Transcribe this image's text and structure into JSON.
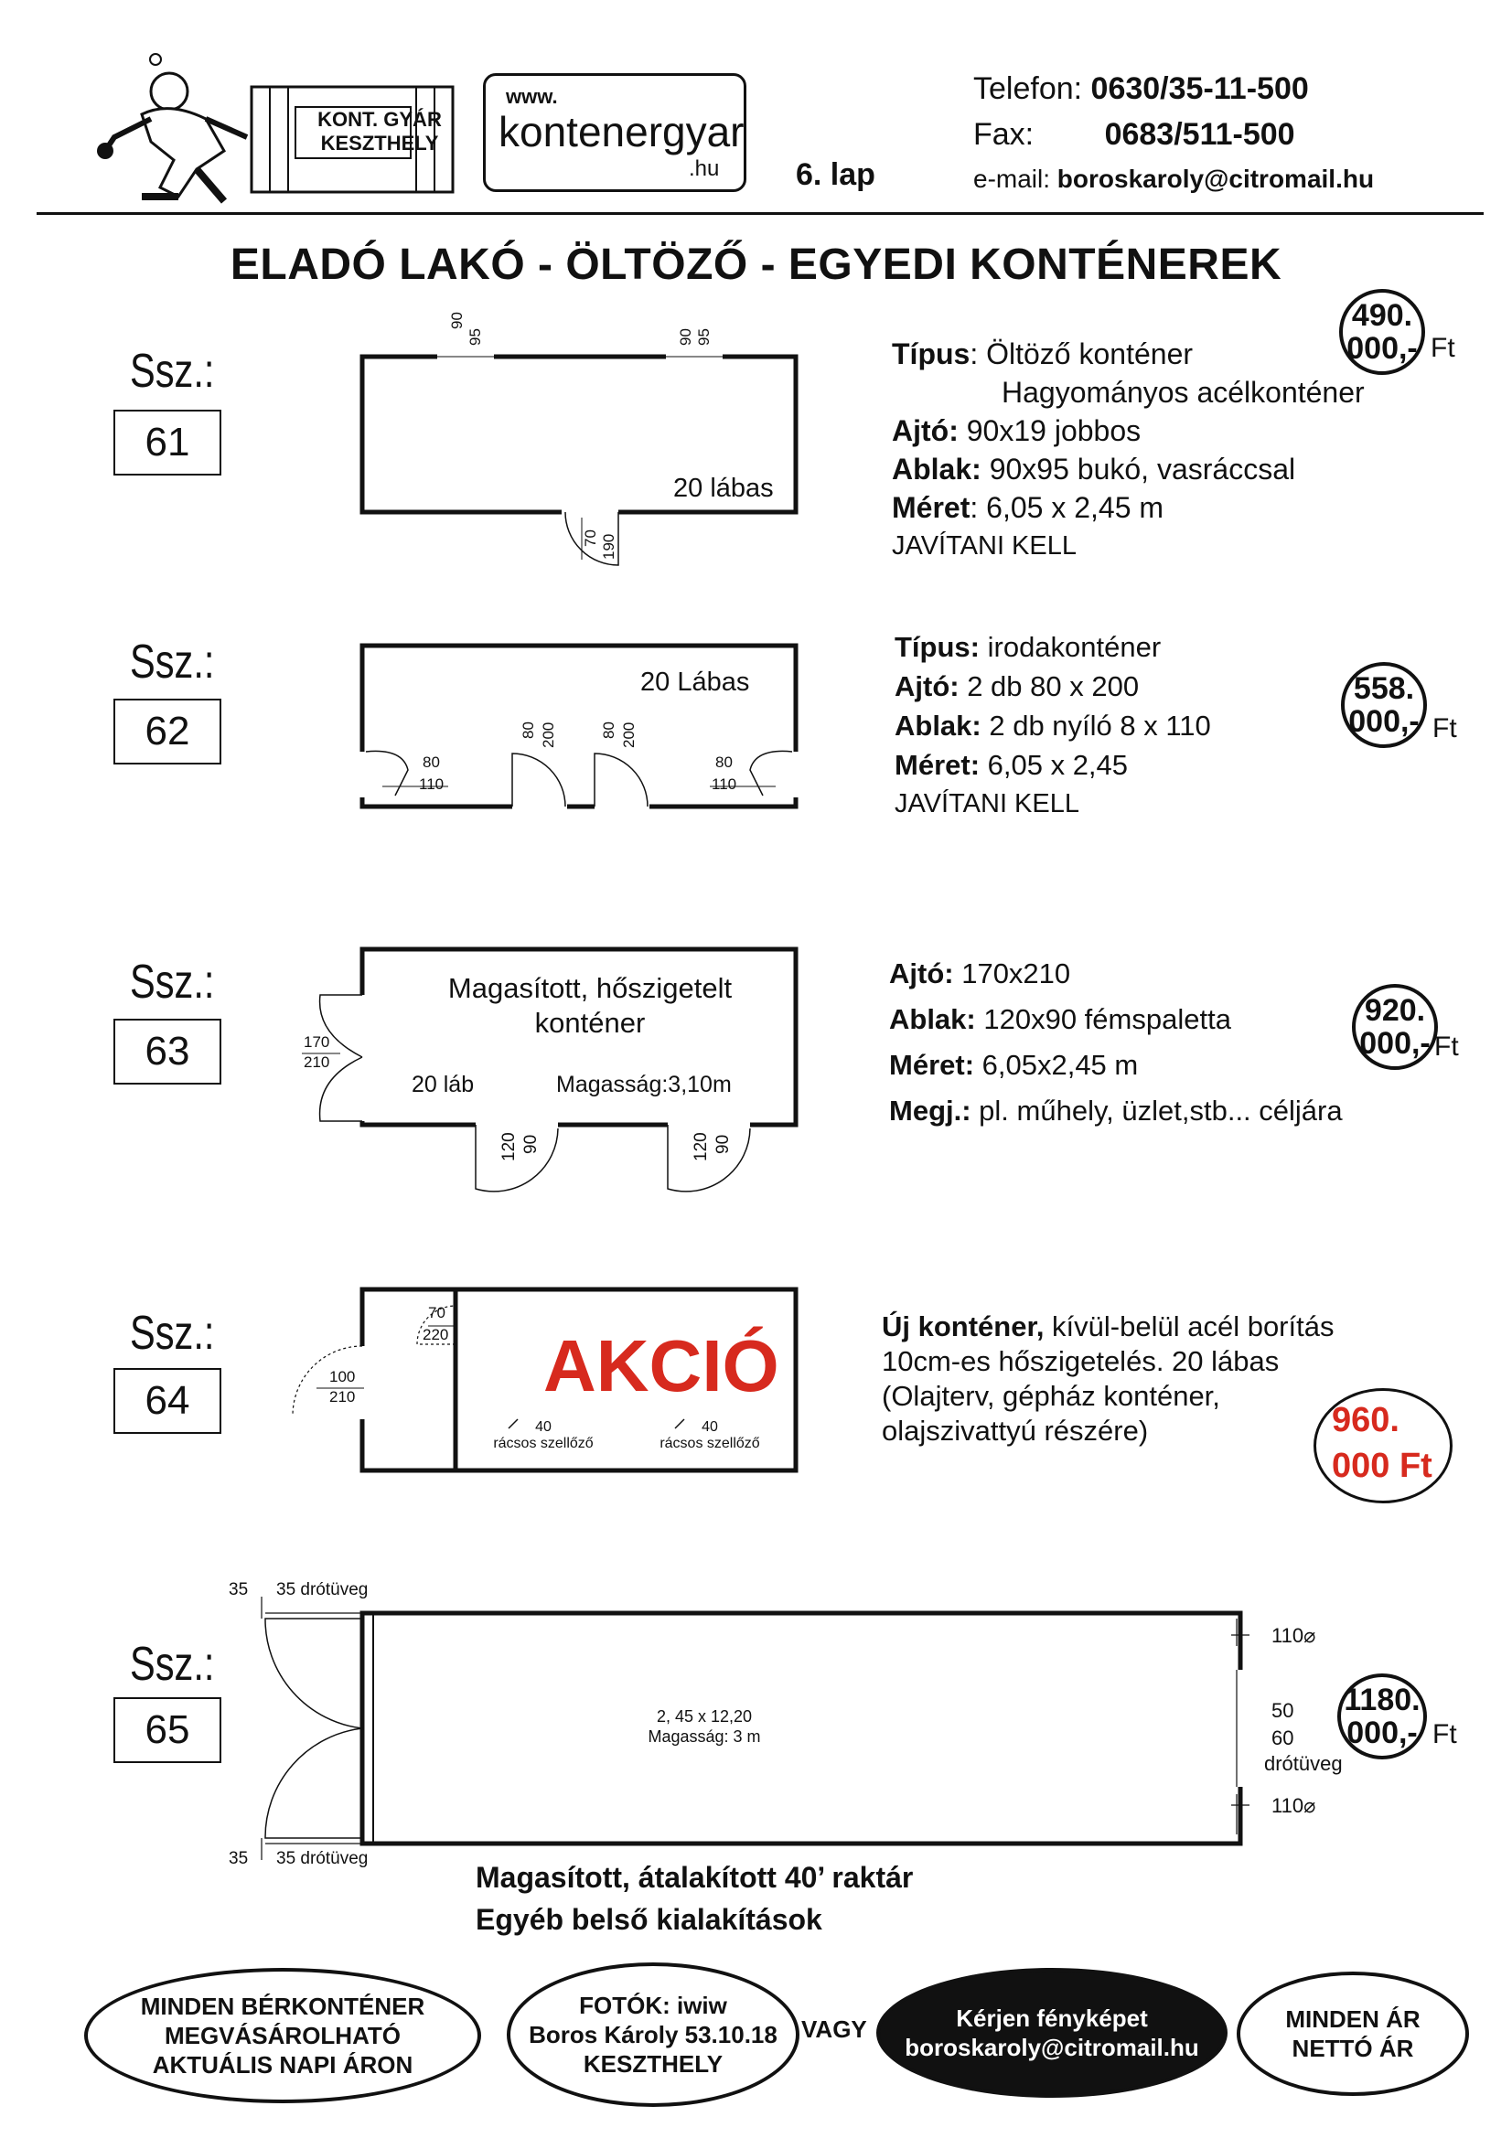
{
  "header": {
    "logo_text": "KONT. GYÁR KESZTHELY",
    "www": "www.",
    "site": "kontenergyar",
    "hu": ".hu",
    "page": "6. lap",
    "phone_label": "Telefon:",
    "phone": "0630/35-11-500",
    "fax_label": "Fax:",
    "fax": "0683/511-500",
    "email_label": "e-mail:",
    "email": "boroskaroly@citromail.hu"
  },
  "title": "ELADÓ LAKÓ - ÖLTÖZŐ - EGYEDI KONTÉNEREK",
  "ssz_label": "Ssz.:",
  "items": [
    {
      "num": "61",
      "price_line1": "490.",
      "price_line2": "000,-",
      "currency": "Ft",
      "plan": {
        "window1": "90",
        "window1b": "95",
        "window2": "90",
        "window2b": "95",
        "size_label": "20 lábas",
        "door_a": "70",
        "door_b": "190"
      },
      "lines": [
        {
          "label": "Típus",
          "sep": ":",
          "value": " Öltöző konténer"
        },
        {
          "label": "",
          "sep": "",
          "value": "Hagyományos acélkonténer"
        },
        {
          "label": "Ajtó:",
          "sep": "",
          "value": "  90x19  jobbos"
        },
        {
          "label": "Ablak:",
          "sep": "",
          "value": " 90x95 bukó, vasráccsal"
        },
        {
          "label": "Méret",
          "sep": ":",
          "value": "  6,05 x 2,45 m"
        },
        {
          "label": "",
          "sep": "",
          "value": "JAVÍTANI KELL"
        }
      ]
    },
    {
      "num": "62",
      "price_line1": "558.",
      "price_line2": "000,-",
      "currency": "Ft",
      "plan": {
        "size_label": "20 Lábas",
        "d1a": "80",
        "d1b": "110",
        "d2a": "80",
        "d2b": "200",
        "d3a": "80",
        "d3b": "200",
        "d4a": "80",
        "d4b": "110"
      },
      "lines": [
        {
          "label": "Típus:",
          "sep": "",
          "value": " irodakonténer"
        },
        {
          "label": "Ajtó:",
          "sep": "",
          "value": " 2 db 80 x 200"
        },
        {
          "label": "Ablak:",
          "sep": "",
          "value": " 2 db nyíló 8 x 110"
        },
        {
          "label": "Méret:",
          "sep": "",
          "value": " 6,05 x 2,45"
        },
        {
          "label": "",
          "sep": "",
          "value": "JAVÍTANI KELL"
        }
      ]
    },
    {
      "num": "63",
      "price_line1": "920.",
      "price_line2": "000,-",
      "currency": "Ft",
      "plan": {
        "line1": "Magasított, hőszigetelt",
        "line2": "konténer",
        "size_label": "20 láb",
        "height": "Magasság:3,10m",
        "side_a": "170",
        "side_b": "210",
        "d1a": "120",
        "d1b": "90",
        "d2a": "120",
        "d2b": "90"
      },
      "lines": [
        {
          "label": "Ajtó:",
          "sep": "",
          "value": "  170x210"
        },
        {
          "label": "Ablak:",
          "sep": "",
          "value": "  120x90 fémspaletta"
        },
        {
          "label": "Méret:",
          "sep": "",
          "value": "  6,05x2,45 m"
        },
        {
          "label": "Megj.:",
          "sep": "",
          "value": "  pl. műhely, üzlet,stb... céljára"
        }
      ]
    },
    {
      "num": "64",
      "akcio": "AKCIÓ",
      "price_line1": "960.",
      "price_line2": "000 Ft",
      "plan": {
        "d_top_a": "70",
        "d_top_b": "220",
        "d_side_a": "100",
        "d_side_b": "210",
        "vent1_size": "40",
        "vent1_label": "rácsos szellőző",
        "vent2_size": "40",
        "vent2_label": "rácsos szellőző"
      },
      "lines": [
        {
          "label": "Új konténer,",
          "sep": "",
          "value": " kívül-belül acél borítás"
        },
        {
          "label": "",
          "sep": "",
          "value": "10cm-es hőszigetelés. 20 lábas"
        },
        {
          "label": "",
          "sep": "",
          "value": "(Olajterv, gépház konténer,"
        },
        {
          "label": "",
          "sep": "",
          "value": " olajszivattyú részére)"
        }
      ]
    },
    {
      "num": "65",
      "price_line1": "1180.",
      "price_line2": "000,-",
      "currency": "Ft",
      "plan": {
        "top_a": "35",
        "top_b": "35 drótüveg",
        "bot_a": "35",
        "bot_b": "35 drótüveg",
        "dims": "2, 45 x 12,20",
        "height": "Magasság: 3 m",
        "r1": "110⌀",
        "r2a": "50",
        "r2b": "60",
        "r2c": "drótüveg",
        "r3": "110⌀"
      },
      "lines": [
        {
          "label": "Magasított, átalakított 40’ raktár",
          "sep": "",
          "value": ""
        },
        {
          "label": "Egyéb belső kialakítások",
          "sep": "",
          "value": ""
        }
      ]
    }
  ],
  "footer": {
    "oval1": [
      "MINDEN BÉRKONTÉNER",
      "MEGVÁSÁROLHATÓ",
      "AKTUÁLIS NAPI ÁRON"
    ],
    "oval2": [
      "FOTÓK: iwiw",
      "Boros Károly 53.10.18",
      "KESZTHELY"
    ],
    "vagy": "VAGY",
    "oval3": [
      "Kérjen fényképet",
      "boroskaroly@citromail.hu"
    ],
    "oval4": [
      "MINDEN ÁR",
      "NETTÓ ÁR"
    ]
  },
  "colors": {
    "accent": "#d72a1e",
    "ink": "#111111"
  }
}
